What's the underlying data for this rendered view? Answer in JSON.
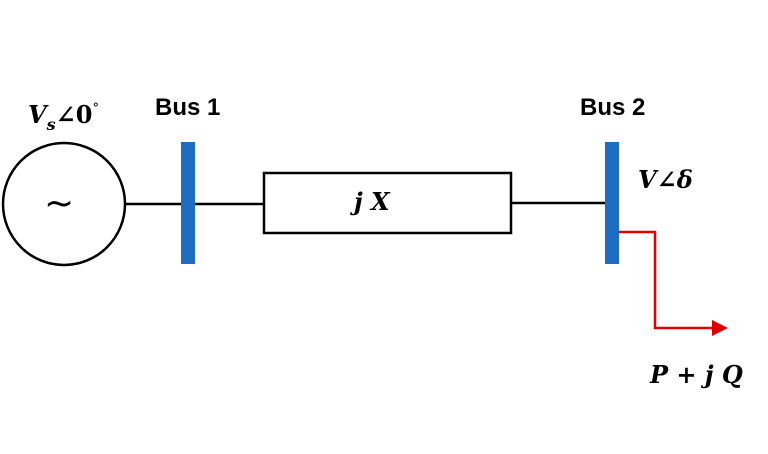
{
  "bus1": {
    "label": "Bus 1"
  },
  "bus2": {
    "label": "Bus 2"
  },
  "source": {
    "symbol": "~",
    "voltage": {
      "main": "V",
      "sub": "s",
      "angle": "∠0",
      "degree": "°"
    }
  },
  "line": {
    "impedance": "j X"
  },
  "bus2_voltage": "V∠δ",
  "load": "P +  j Q",
  "colors": {
    "bus": "#1f6dbf",
    "line": "#000000",
    "load_arrow": "#e00000"
  }
}
